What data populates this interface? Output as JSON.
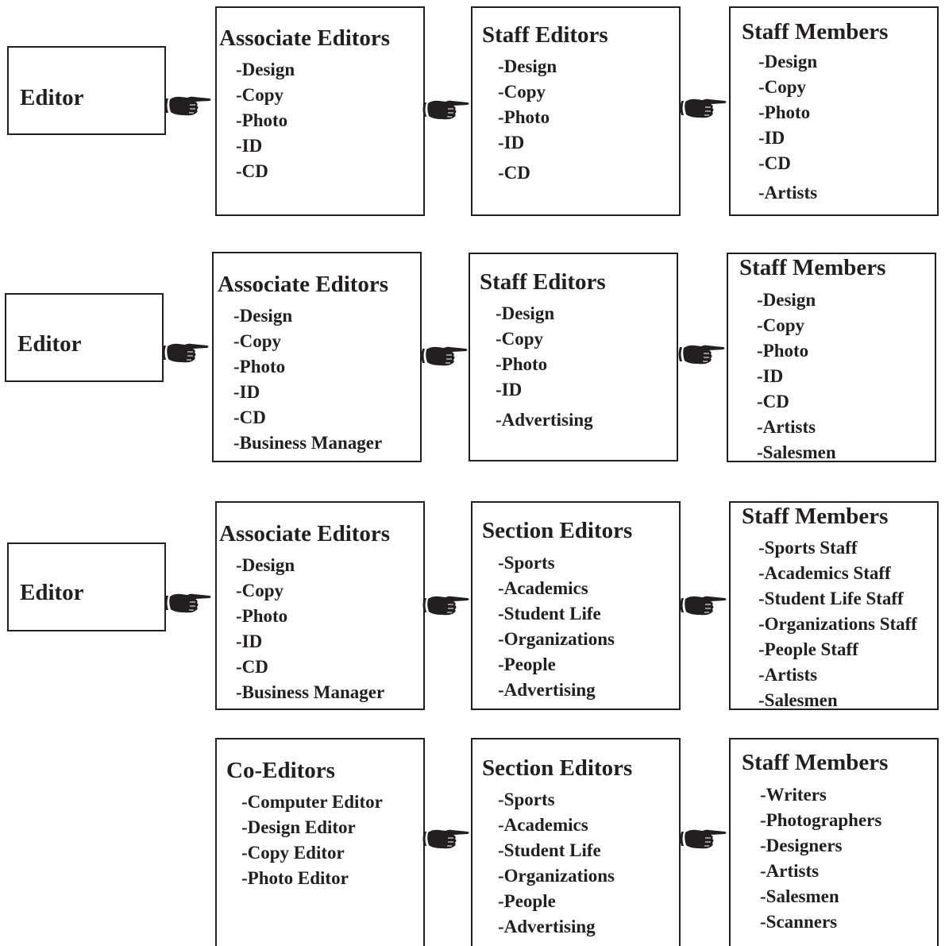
{
  "colors": {
    "ink": "#231f20",
    "background": "#ffffff"
  },
  "connector_icon": "pointing-hand-icon",
  "rows": [
    {
      "editor": {
        "label": "Editor"
      },
      "col1": {
        "title": "Associate Editors",
        "items": [
          "-Design",
          "-Copy",
          "-Photo",
          "-ID",
          "-CD"
        ]
      },
      "col2": {
        "title": "Staff Editors",
        "items": [
          "-Design",
          "-Copy",
          "-Photo",
          "-ID",
          "-CD"
        ]
      },
      "col3": {
        "title": "Staff Members",
        "items": [
          "-Design",
          "-Copy",
          "-Photo",
          "-ID",
          "-CD",
          "-Artists"
        ]
      }
    },
    {
      "editor": {
        "label": "Editor"
      },
      "col1": {
        "title": "Associate Editors",
        "items": [
          "-Design",
          "-Copy",
          "-Photo",
          "-ID",
          "-CD",
          "-Business Manager"
        ]
      },
      "col2": {
        "title": "Staff Editors",
        "items": [
          "-Design",
          "-Copy",
          "-Photo",
          "-ID",
          "-Advertising"
        ]
      },
      "col3": {
        "title": "Staff Members",
        "items": [
          "-Design",
          "-Copy",
          "-Photo",
          "-ID",
          "-CD",
          "-Artists",
          "-Salesmen"
        ]
      }
    },
    {
      "editor": {
        "label": "Editor"
      },
      "col1": {
        "title": "Associate Editors",
        "items": [
          "-Design",
          "-Copy",
          "-Photo",
          "-ID",
          "-CD",
          "-Business Manager"
        ]
      },
      "col2": {
        "title": "Section Editors",
        "items": [
          "-Sports",
          "-Academics",
          "-Student Life",
          "-Organizations",
          "-People",
          "-Advertising"
        ]
      },
      "col3": {
        "title": "Staff Members",
        "items": [
          "-Sports Staff",
          "-Academics Staff",
          "-Student Life Staff",
          "-Organizations Staff",
          "-People Staff",
          "-Artists",
          "-Salesmen"
        ]
      }
    },
    {
      "col1": {
        "title": "Co-Editors",
        "items": [
          "-Computer Editor",
          "-Design Editor",
          "-Copy Editor",
          "-Photo Editor"
        ]
      },
      "col2": {
        "title": "Section Editors",
        "items": [
          "-Sports",
          "-Academics",
          "-Student Life",
          "-Organizations",
          "-People",
          "-Advertising"
        ]
      },
      "col3": {
        "title": "Staff Members",
        "items": [
          "-Writers",
          "-Photographers",
          "-Designers",
          "-Artists",
          "-Salesmen",
          "-Scanners"
        ]
      }
    }
  ]
}
